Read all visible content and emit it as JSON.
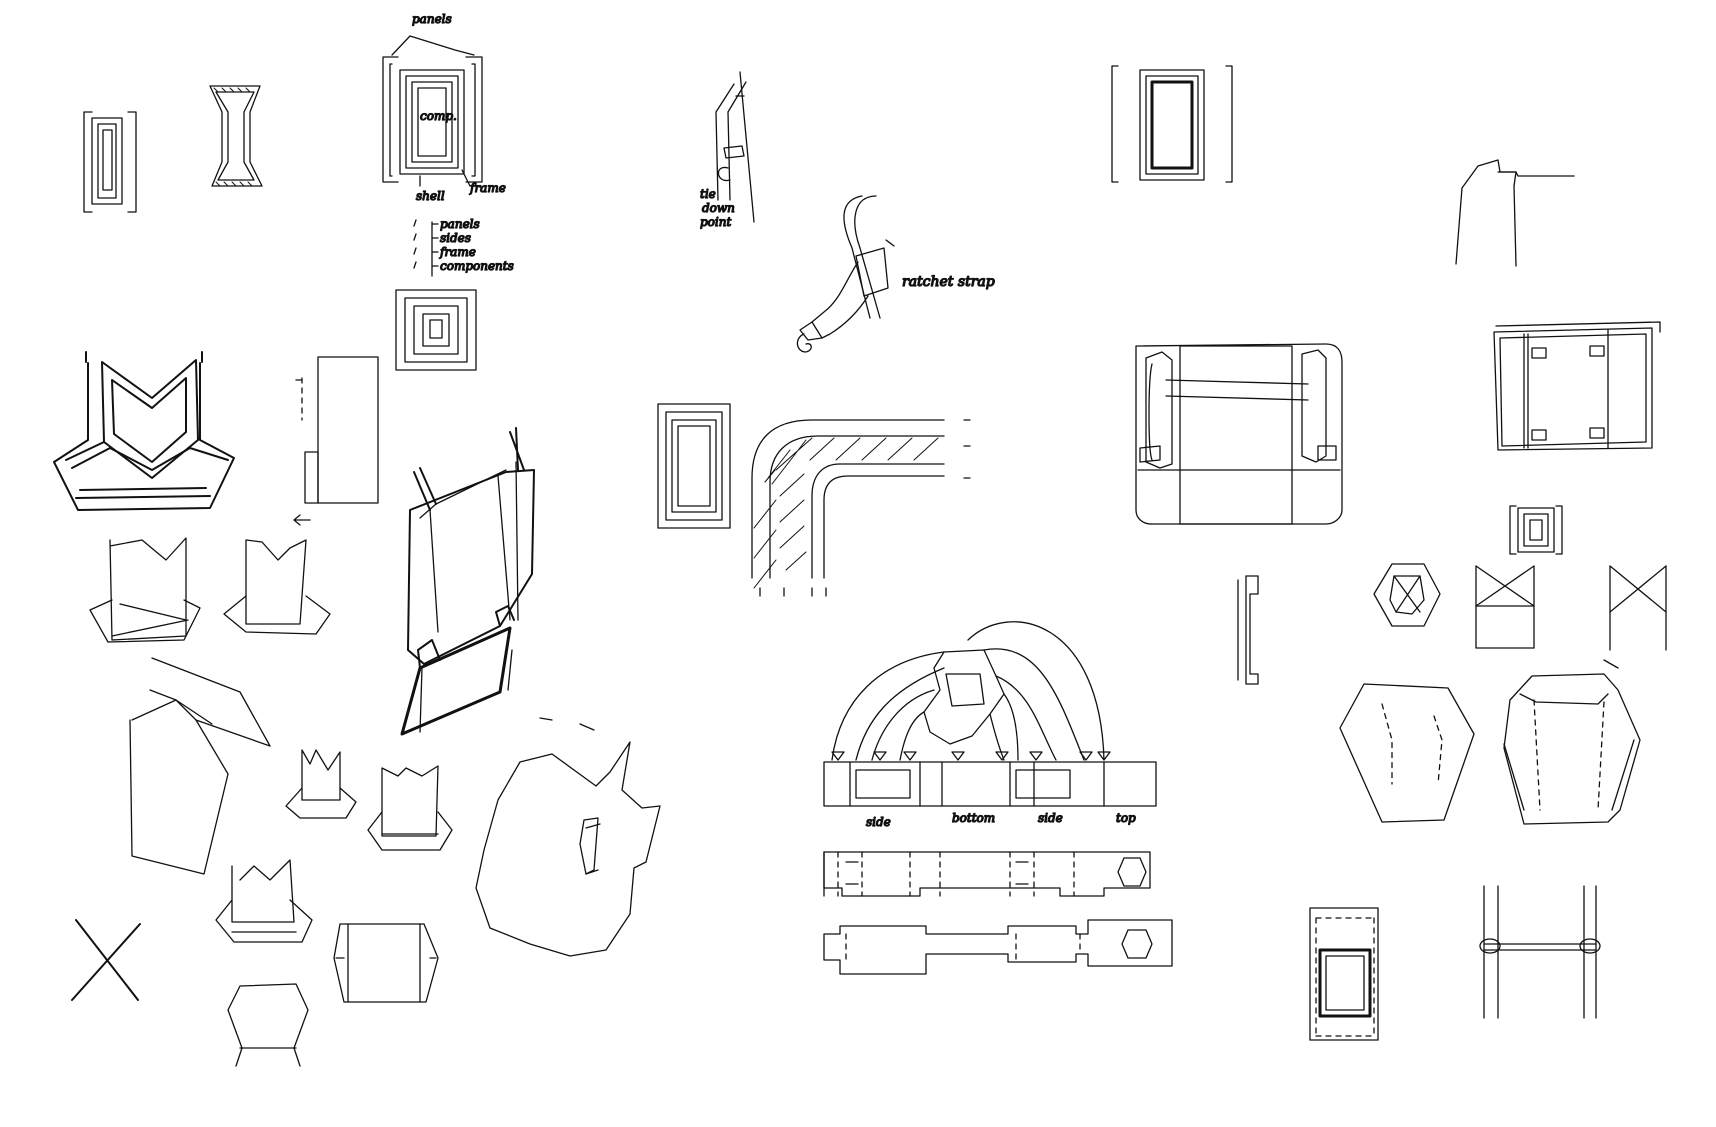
{
  "page": {
    "background": "#ffffff",
    "ink_color": "#111111"
  },
  "labels": {
    "panels_top": "panels",
    "comp": "comp.",
    "shell": "shell",
    "frame": "frame",
    "layer_panels": "panels",
    "layer_sides": "sides",
    "layer_frame": "frame",
    "layer_components": "components",
    "tie_down_1": "tie",
    "tie_down_2": "down",
    "tie_down_3": "point",
    "ratchet_strap": "ratchet strap",
    "strip_side_1": "side",
    "strip_bottom": "bottom",
    "strip_side_2": "side",
    "strip_top": "top"
  }
}
